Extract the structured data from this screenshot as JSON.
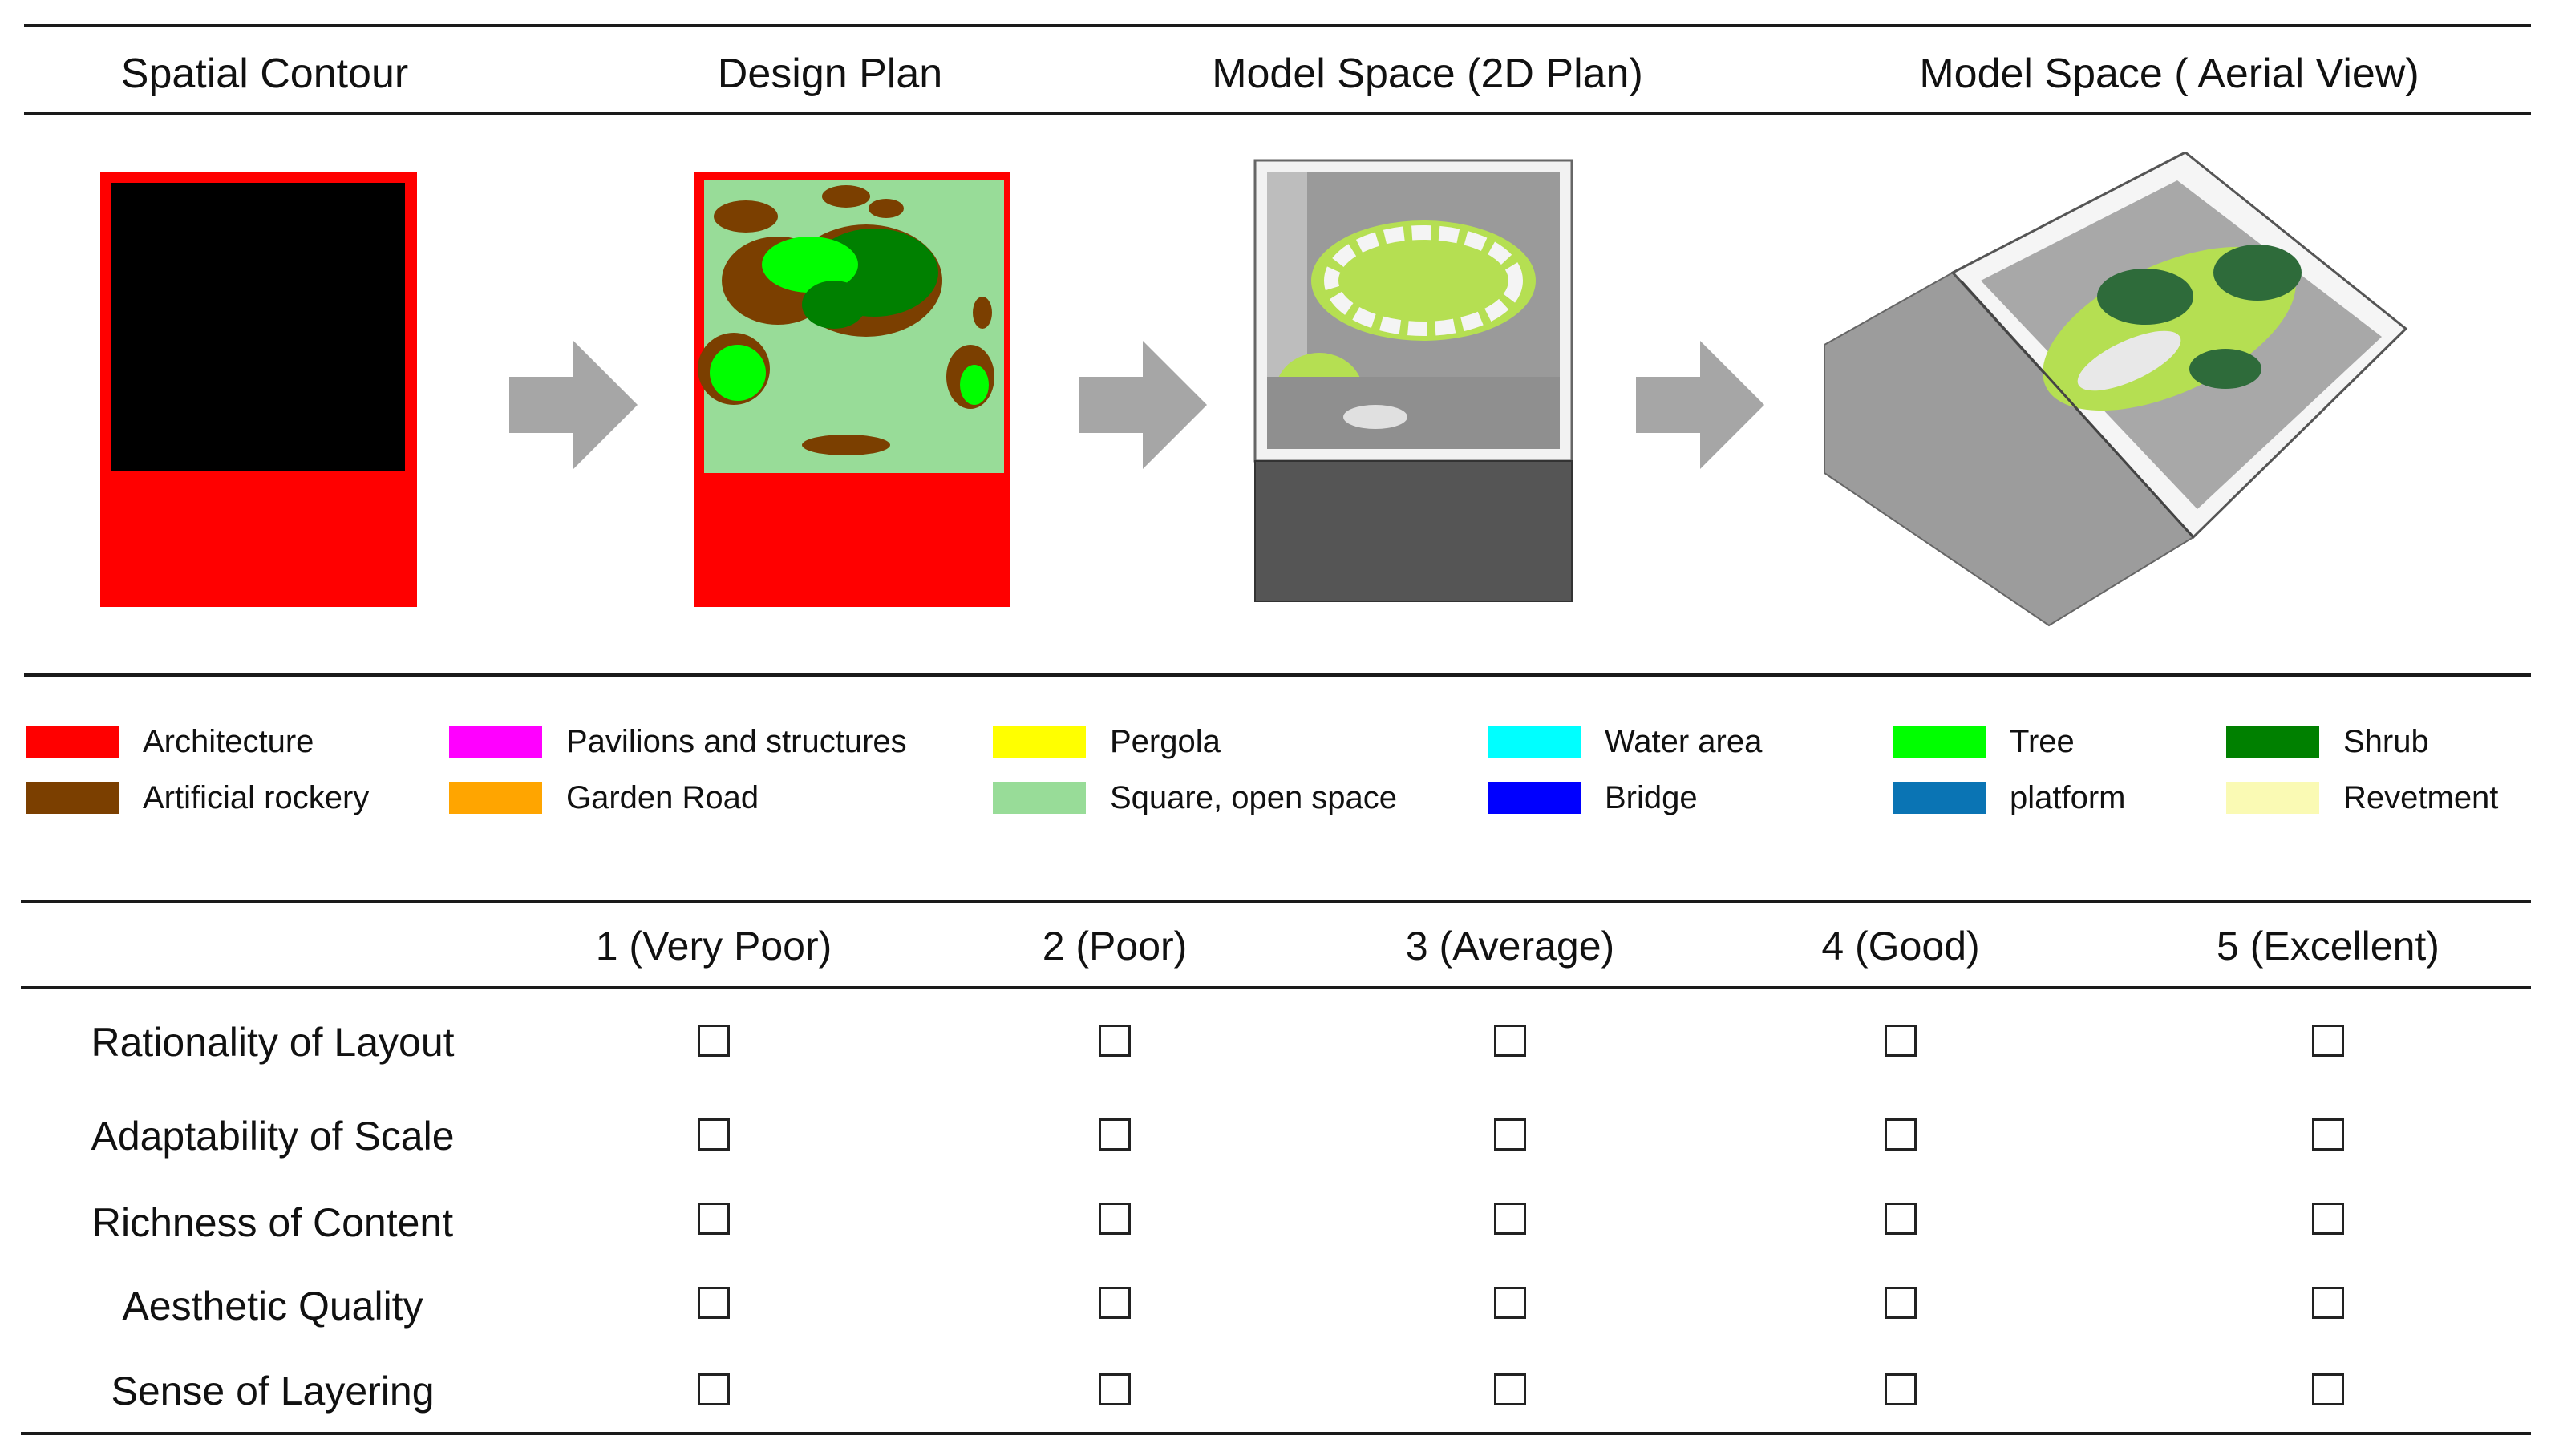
{
  "stages": [
    {
      "title": "Spatial Contour"
    },
    {
      "title": "Design Plan"
    },
    {
      "title": "Model Space (2D Plan)"
    },
    {
      "title": "Model Space ( Aerial View)"
    }
  ],
  "legend": [
    {
      "label": "Architecture",
      "color": "#ff0000"
    },
    {
      "label": "Pavilions and structures",
      "color": "#ff00ff"
    },
    {
      "label": "Pergola",
      "color": "#ffff00"
    },
    {
      "label": "Water area",
      "color": "#00ffff"
    },
    {
      "label": "Tree",
      "color": "#00ff00"
    },
    {
      "label": "Shrub",
      "color": "#008000"
    },
    {
      "label": "Artificial rockery",
      "color": "#7b3f00"
    },
    {
      "label": "Garden Road",
      "color": "#ffa500"
    },
    {
      "label": "Square, open space",
      "color": "#98dc98"
    },
    {
      "label": "Bridge",
      "color": "#0000ff"
    },
    {
      "label": "platform",
      "color": "#0a74b4"
    },
    {
      "label": "Revetment",
      "color": "#fafab4"
    }
  ],
  "rating": {
    "columns": [
      "1 (Very Poor)",
      "2 (Poor)",
      "3 (Average)",
      "4 (Good)",
      "5 (Excellent)"
    ],
    "criteria": [
      "Rationality of Layout",
      "Adaptability of Scale",
      "Richness of Content",
      "Aesthetic Quality",
      "Sense of Layering"
    ]
  }
}
